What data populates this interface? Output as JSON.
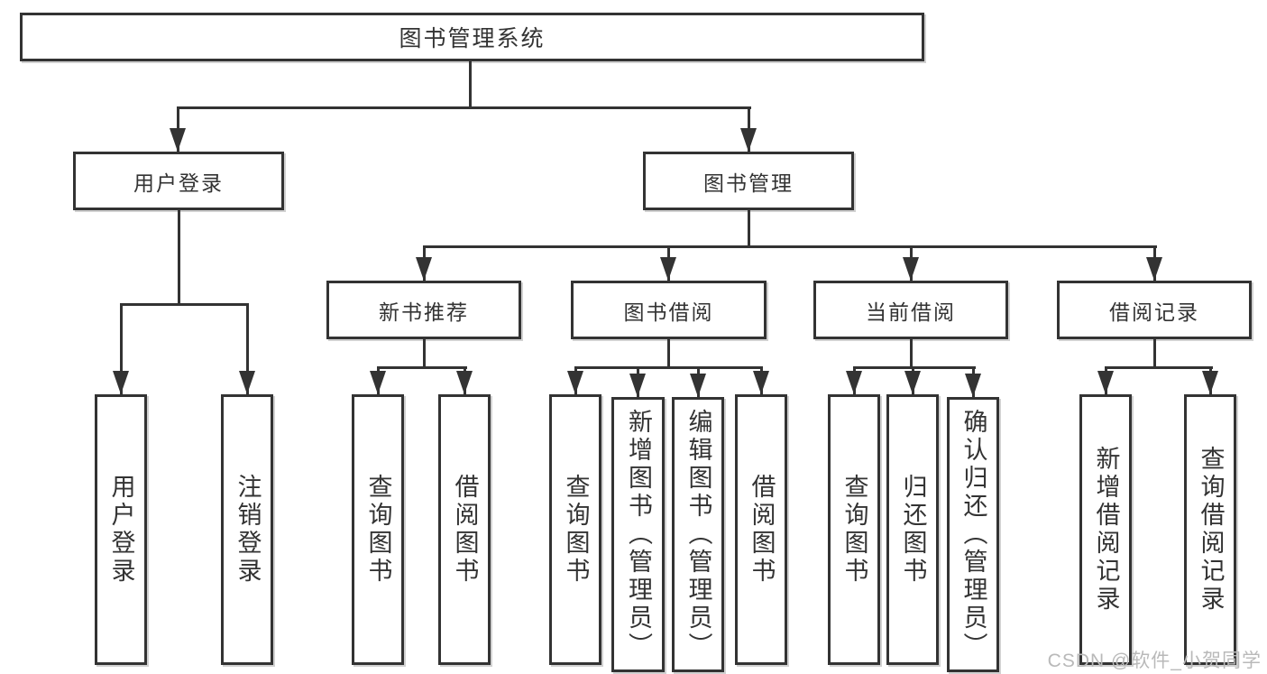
{
  "diagram": {
    "title": "图书管理系统",
    "level2": [
      "用户登录",
      "图书管理"
    ],
    "level3": [
      "新书推荐",
      "图书借阅",
      "当前借阅",
      "借阅记录"
    ],
    "leaves": [
      "用户登录",
      "注销登录",
      "查询图书",
      "借阅图书",
      "查询图书",
      "新增图书（管理员）",
      "编辑图书（管理员）",
      "借阅图书",
      "查询图书",
      "归还图书",
      "确认归还（管理员）",
      "新增借阅记录",
      "查询借阅记录"
    ]
  },
  "watermark": "CSDN @软件_小贺同学",
  "colors": {
    "line": "#333333",
    "text": "#333333",
    "background": "#ffffff",
    "watermark": "#b9b9b9"
  }
}
